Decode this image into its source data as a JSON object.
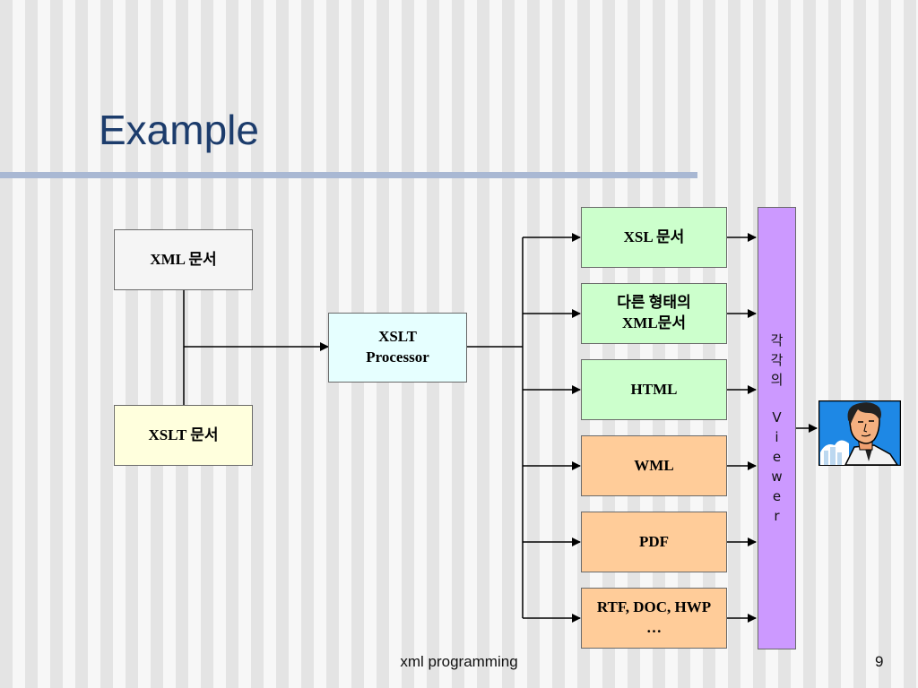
{
  "slide": {
    "title": "Example",
    "footer": "xml programming",
    "page_number": "9"
  },
  "inputs": {
    "xml_doc": "XML 문서",
    "xslt_doc": "XSLT 문서"
  },
  "processor": {
    "label": "XSLT\nProcessor"
  },
  "outputs": [
    {
      "label": "XSL 문서",
      "color": "#ccffcc"
    },
    {
      "label": "다른 형태의\nXML문서",
      "color": "#ccffcc"
    },
    {
      "label": "HTML",
      "color": "#ccffcc"
    },
    {
      "label": "WML",
      "color": "#ffcc99"
    },
    {
      "label": "PDF",
      "color": "#ffcc99"
    },
    {
      "label": "RTF, DOC, HWP\n…",
      "color": "#ffcc99"
    }
  ],
  "viewer": {
    "prefix_chars": [
      "각",
      "각",
      "의"
    ],
    "word_chars": [
      "V",
      "i",
      "e",
      "w",
      "e",
      "r"
    ],
    "color": "#cc99ff"
  },
  "colors": {
    "title": "#1c3c6c",
    "title_rule": "#a9b8d3",
    "xml_doc_fill": "#f5f5f5",
    "xslt_doc_fill": "#ffffdd",
    "processor_fill": "#e6ffff"
  },
  "icons": [
    "user-avatar-icon"
  ]
}
